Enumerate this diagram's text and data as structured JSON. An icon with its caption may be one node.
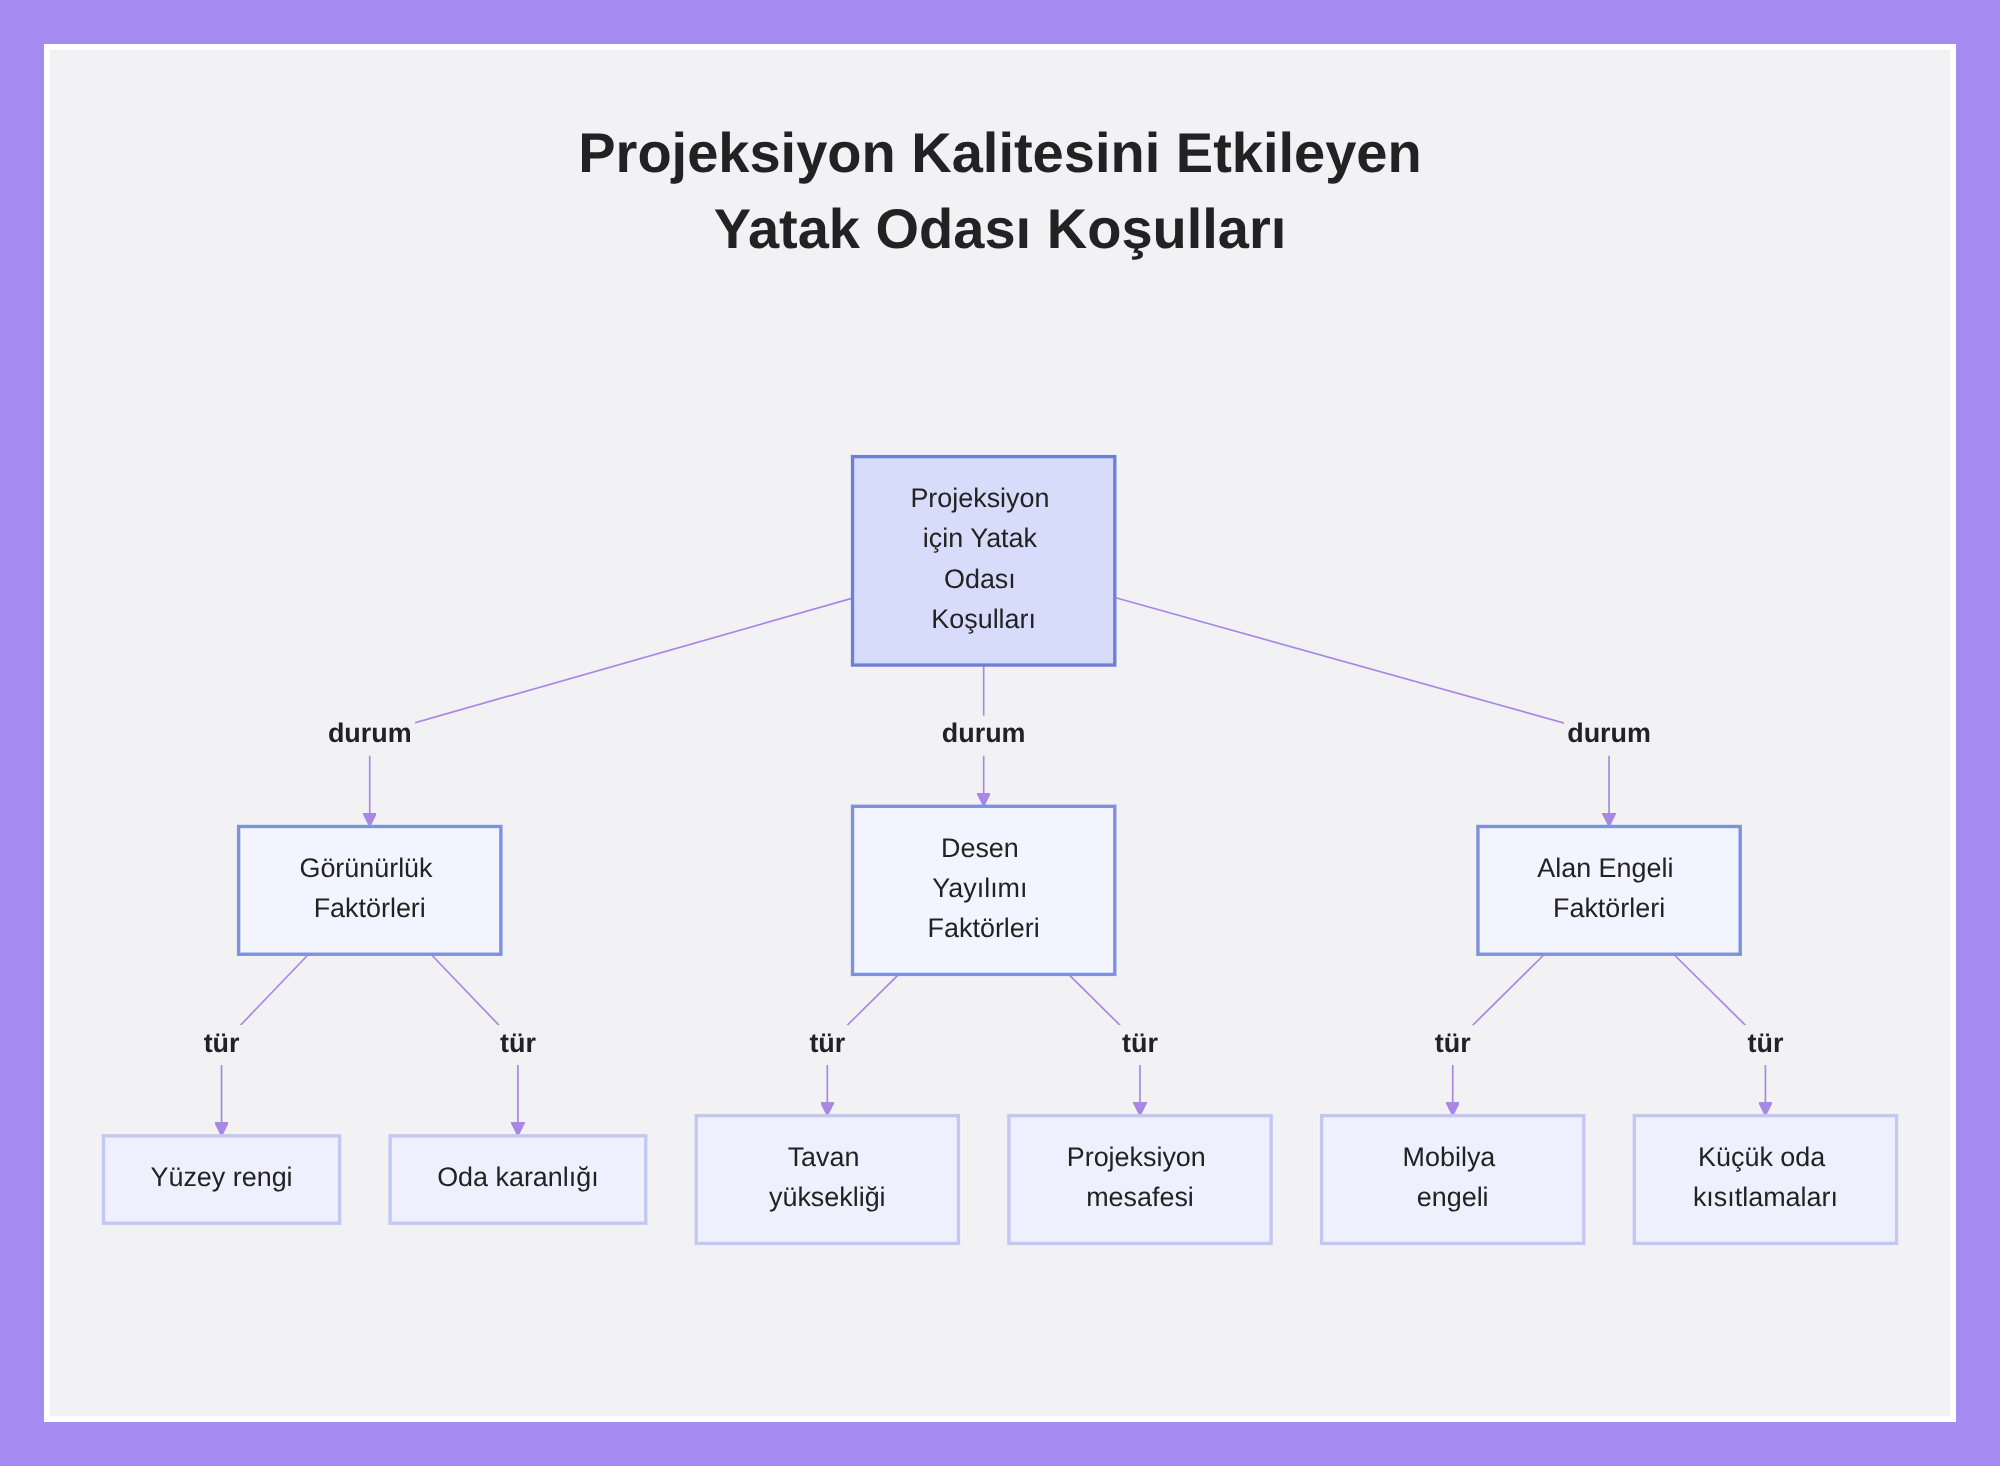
{
  "diagram": {
    "title": "Projeksiyon Kalitesini Etkileyen Yatak Odası Koşulları",
    "nodes": [
      {
        "text": [
          "Projeksiyon için Yatak Odası Koşulları"
        ]
      },
      {
        "text": [
          "Görünürlük Faktörleri"
        ]
      },
      {
        "text": [
          "Desen Yayılımı Faktörleri"
        ]
      },
      {
        "text": [
          "Alan Engeli Faktörleri"
        ]
      },
      {
        "text": [
          "Yüzey rengi"
        ]
      },
      {
        "text": [
          "Oda karanlığı"
        ]
      },
      {
        "text": [
          "Tavan yüksekliği"
        ]
      },
      {
        "text": [
          "Projeksiyon mesafesi"
        ]
      },
      {
        "text": [
          "Mobilya engeli"
        ]
      },
      {
        "text": [
          "Küçük oda kısıtlamaları"
        ]
      }
    ],
    "edges": [
      {
        "from": 0,
        "to": 1,
        "arrow": "to",
        "label": "durum"
      },
      {
        "from": 0,
        "to": 2,
        "arrow": "to",
        "label": "durum"
      },
      {
        "from": 0,
        "to": 3,
        "arrow": "to",
        "label": "durum"
      },
      {
        "from": 1,
        "to": 4,
        "arrow": "to",
        "label": "tür"
      },
      {
        "from": 1,
        "to": 5,
        "arrow": "to",
        "label": "tür"
      },
      {
        "from": 2,
        "to": 6,
        "arrow": "to",
        "label": "tür"
      },
      {
        "from": 2,
        "to": 7,
        "arrow": "to",
        "label": "tür"
      },
      {
        "from": 3,
        "to": 8,
        "arrow": "to",
        "label": "tür"
      },
      {
        "from": 3,
        "to": 9,
        "arrow": "to",
        "label": "tür"
      }
    ]
  }
}
